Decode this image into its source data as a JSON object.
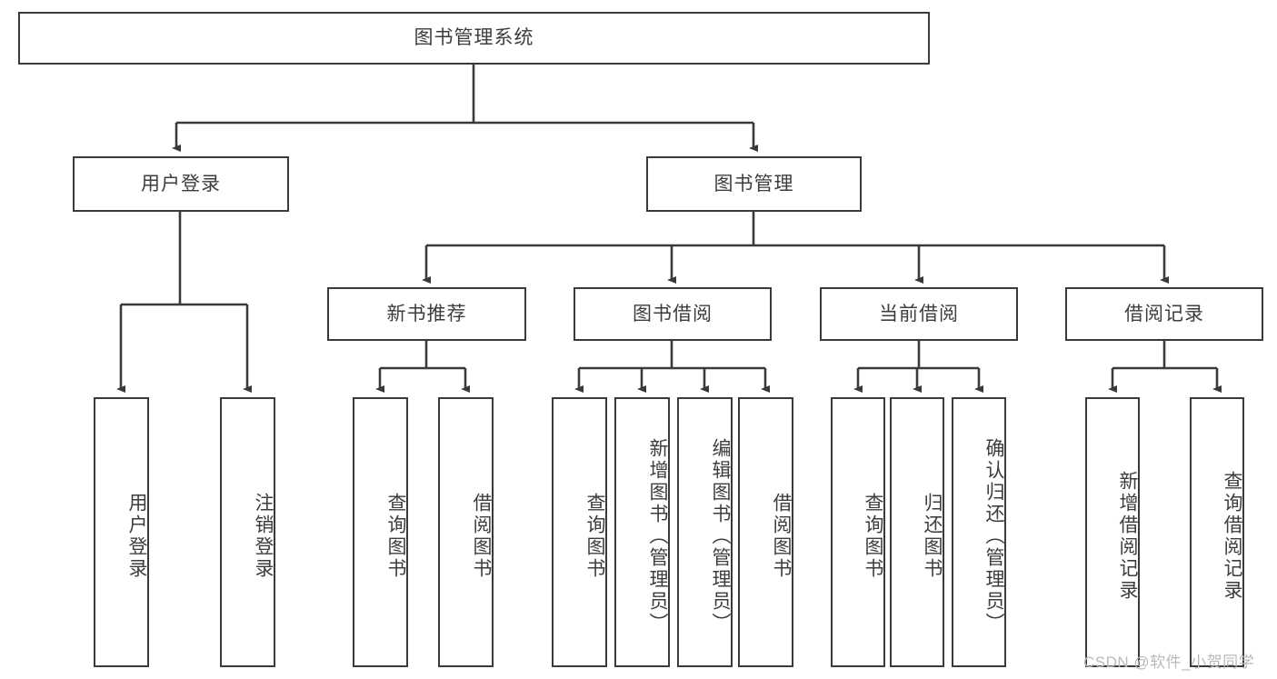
{
  "diagram": {
    "title": "图书管理系统",
    "type": "tree-hierarchy-chart",
    "root": {
      "label": "图书管理系统"
    },
    "level1": [
      {
        "label": "用户登录"
      },
      {
        "label": "图书管理"
      }
    ],
    "level2": [
      {
        "label": "新书推荐"
      },
      {
        "label": "图书借阅"
      },
      {
        "label": "当前借阅"
      },
      {
        "label": "借阅记录"
      }
    ],
    "leaves": {
      "user_login": [
        {
          "label": "用户登录"
        },
        {
          "label": "注销登录"
        }
      ],
      "new_book_recommend": [
        {
          "label": "查询图书"
        },
        {
          "label": "借阅图书"
        }
      ],
      "book_borrow": [
        {
          "label": "查询图书"
        },
        {
          "label": "新增图书（管理员）"
        },
        {
          "label": "编辑图书（管理员）"
        },
        {
          "label": "借阅图书"
        }
      ],
      "current_borrow": [
        {
          "label": "查询图书"
        },
        {
          "label": "归还图书"
        },
        {
          "label": "确认归还（管理员）"
        }
      ],
      "borrow_record": [
        {
          "label": "新增借阅记录"
        },
        {
          "label": "查询借阅记录"
        }
      ]
    }
  },
  "watermark": {
    "text": "CSDN @软件_小贺同学"
  },
  "colors": {
    "stroke": "#3a3a3a",
    "text": "#3d3d3d",
    "background": "#ffffff",
    "watermark": "#b9b9b9"
  }
}
